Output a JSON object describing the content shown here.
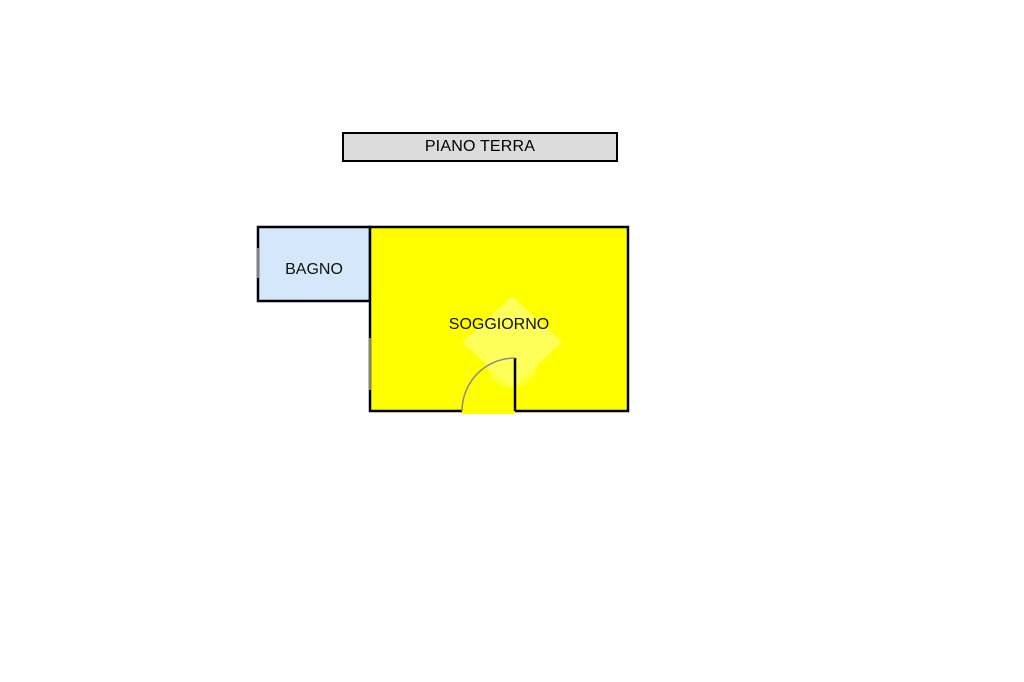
{
  "floor_title": "PIANO TERRA",
  "rooms": [
    {
      "id": "bagno",
      "label": "BAGNO",
      "color": "#d5e8fb"
    },
    {
      "id": "soggiorno",
      "label": "SOGGIORNO",
      "color": "#ffff00"
    }
  ],
  "colors": {
    "wall": "#000000",
    "title_fill": "#dcdcdc",
    "door_arc": "#8a8a8a"
  }
}
